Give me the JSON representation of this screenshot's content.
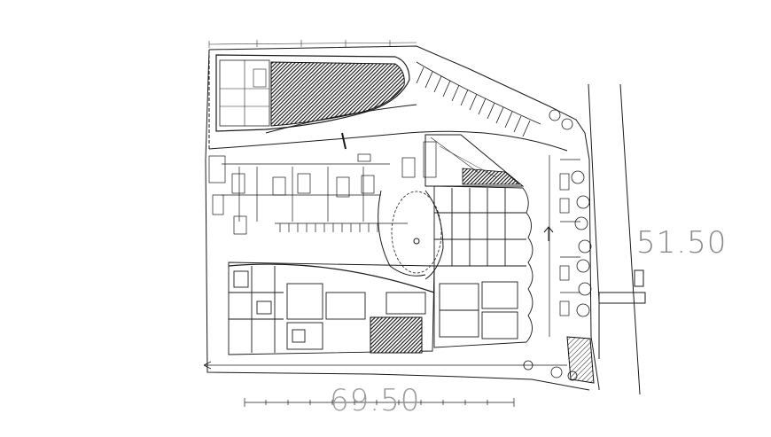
{
  "drawing": {
    "width_dimension": "69.50",
    "depth_dimension": "51.50"
  },
  "colors": {
    "line": "#1a1a1a",
    "hatch": "#111111",
    "annotation": "#8a8a8a",
    "background": "#ffffff"
  },
  "icons": {
    "north_arrow": "arrow-icon",
    "tree": "tree-symbol"
  }
}
